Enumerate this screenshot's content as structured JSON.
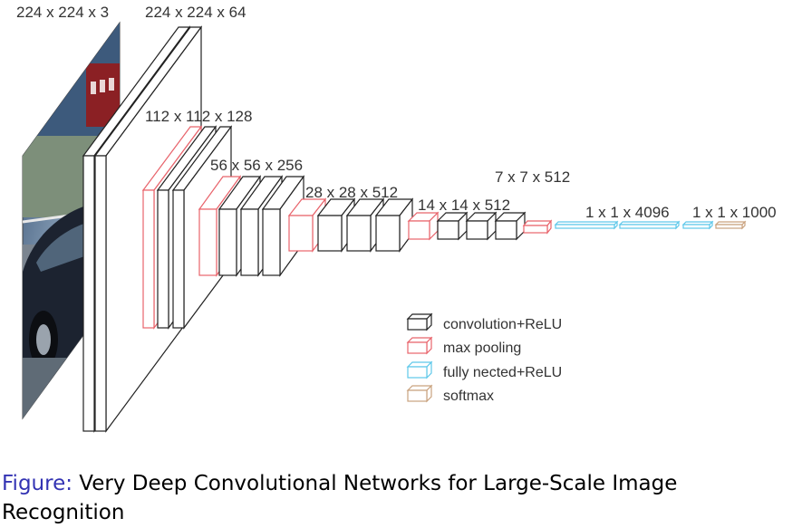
{
  "colors": {
    "conv": "#222222",
    "pool": "#e8636b",
    "fc": "#5ec8ea",
    "softmax": "#c9a27e"
  },
  "input_image": {
    "icon": "car-photo"
  },
  "dimension_labels": {
    "input": "224 x 224 x 3",
    "block1": "224 x 224 x 64",
    "block2": "112 x 112 x 128",
    "block3": "56 x 56 x 256",
    "block4": "28 x 28 x 512",
    "block5": "14 x 14 x 512",
    "pool5": "7 x 7 x 512",
    "fc": "1 x 1 x 4096",
    "softmax": "1 x 1 x 1000"
  },
  "legend": {
    "conv": "convolution+ReLU",
    "pool": "max pooling",
    "fc": "fully nected+ReLU",
    "softmax": "softmax"
  },
  "caption": {
    "prefix": "Figure:",
    "text": " Very Deep Convolutional Networks for Large-Scale Image Recognition"
  }
}
